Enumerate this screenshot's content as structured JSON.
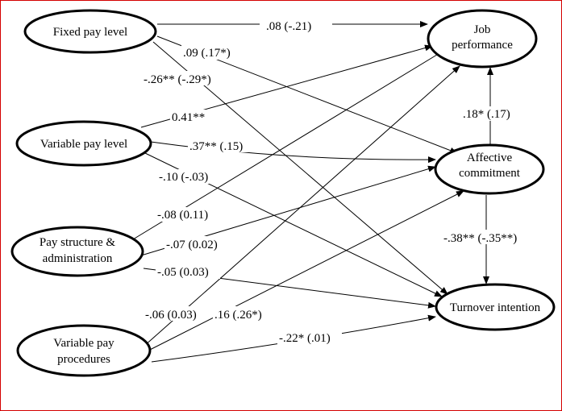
{
  "nodes": {
    "fixed_pay_level": {
      "line1": "Fixed pay level",
      "line2": ""
    },
    "variable_pay_level": {
      "line1": "Variable pay level",
      "line2": ""
    },
    "pay_structure": {
      "line1": "Pay structure &",
      "line2": "administration"
    },
    "variable_pay_procedures": {
      "line1": "Variable pay",
      "line2": "procedures"
    },
    "job_performance": {
      "line1": "Job",
      "line2": "performance"
    },
    "affective_commitment": {
      "line1": "Affective",
      "line2": "commitment"
    },
    "turnover_intention": {
      "line1": "Turnover intention",
      "line2": ""
    }
  },
  "edges": {
    "fixed_to_job": ".08 (-.21)",
    "fixed_to_affective": ".09 (.17*)",
    "fixed_to_turnover": "-.26** (-.29*)",
    "variable_level_to_job": "0.41**",
    "variable_level_to_affective": ".37** (.15)",
    "variable_level_to_turnover": "-.10 (-.03)",
    "pay_structure_to_job": "-.08 (0.11)",
    "pay_structure_to_affective": "-.07 (0.02)",
    "pay_structure_to_turnover": "-.05 (0.03)",
    "procedures_to_job": "-.06 (0.03)",
    "procedures_to_affective": ".16 (.26*)",
    "procedures_to_turnover": "-.22* (.01)",
    "affective_to_job": ".18* (.17)",
    "affective_to_turnover": "-.38** (-.35**)"
  },
  "colors": {
    "frame": "#d40000",
    "ink": "#000000"
  }
}
